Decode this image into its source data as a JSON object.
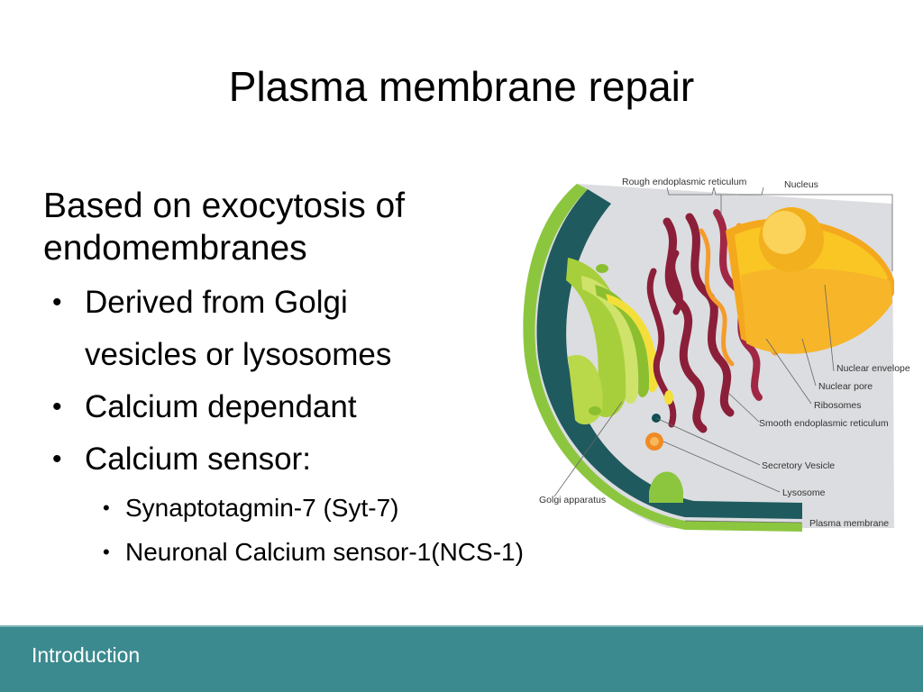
{
  "slide": {
    "title": "Plasma membrane repair",
    "lead": "Based on exocytosis of endomembranes",
    "bullets": [
      {
        "line1": "Derived from Golgi",
        "line2": "vesicles  or lysosomes"
      },
      {
        "line1": "Calcium dependant"
      },
      {
        "line1": "Calcium sensor:"
      }
    ],
    "sub_bullets": [
      "Synaptotagmin-7 (Syt-7)",
      "Neuronal Calcium sensor-1(NCS-1)"
    ],
    "footer": "Introduction"
  },
  "diagram": {
    "labels": {
      "rough_er": "Rough endoplasmic reticulum",
      "nucleus": "Nucleus",
      "nuclear_envelope": "Nuclear envelope",
      "nuclear_pore": "Nuclear pore",
      "ribosomes": "Ribosomes",
      "smooth_er": "Smooth endoplasmic reticulum",
      "secretory_vesicle": "Secretory Vesicle",
      "lysosome": "Lysosome",
      "golgi": "Golgi apparatus",
      "plasma_membrane": "Plasma membrane"
    },
    "colors": {
      "cytoplasm": "#dcdde0",
      "membrane_outer": "#8cc63f",
      "membrane_dark": "#1f5a5e",
      "golgi": "#a7cf3b",
      "rough_er": "#8b1f3a",
      "er_orange": "#f39c2b",
      "nucleus": "#f9c623",
      "nucleolus": "#f2b01e",
      "lysosome": "#f08a24",
      "vesicle": "#0f4e52",
      "footer": "#3b8a8f"
    }
  }
}
